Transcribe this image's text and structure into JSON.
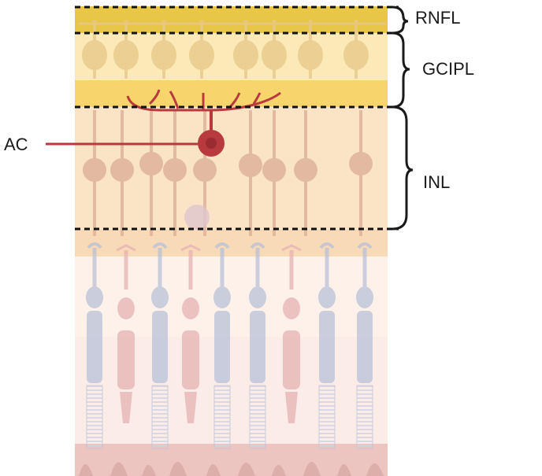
{
  "labels": {
    "rnfl": "RNFL",
    "gcipl": "GCIPL",
    "inl": "INL",
    "ac": "AC"
  },
  "colors": {
    "rnfl_band": "#e8c648",
    "gcipl_band": "#fbe9b8",
    "ipl_band": "#f7d56c",
    "inl_band": "#fbe3c6",
    "amacrine_cell": "#b83a3e",
    "ganglion_cell": "#e9c98a",
    "bipolar_cell": "#ddb09a",
    "rod": "#b9c2d8",
    "cone": "#e6b3b3",
    "bracket": "#1a1a1a"
  },
  "icons": [
    "retina-cross-section-illustration"
  ]
}
